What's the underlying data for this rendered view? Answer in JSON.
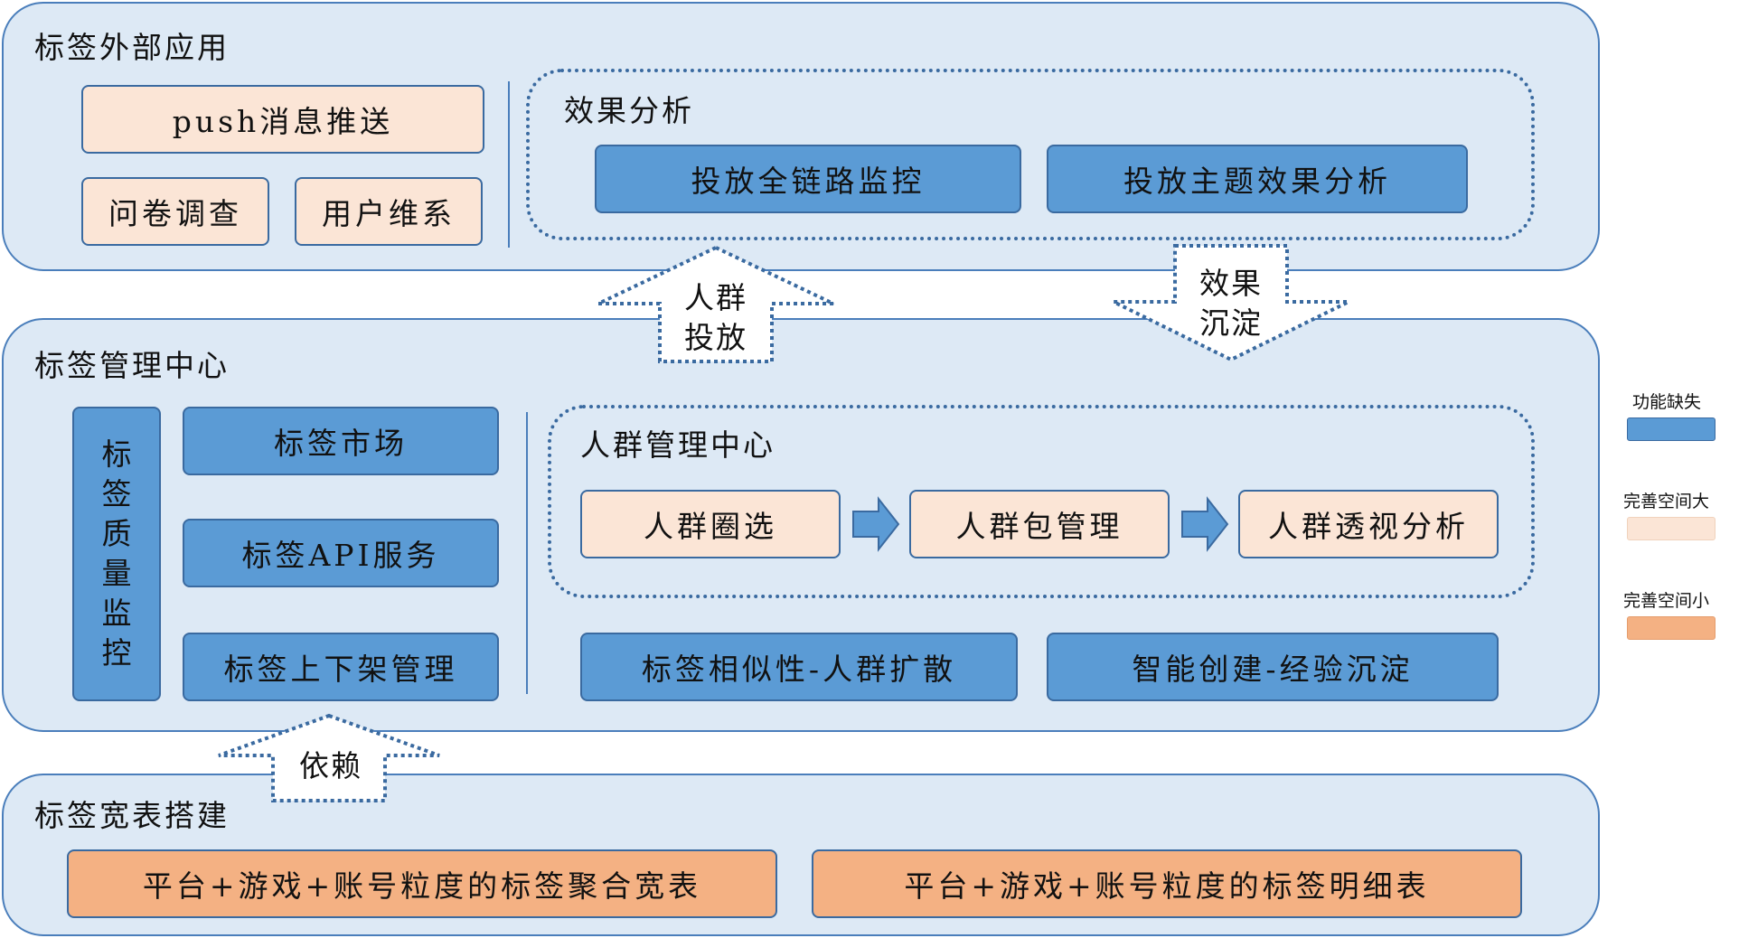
{
  "colors": {
    "panel_fill": "#dde9f5",
    "panel_border": "#4a7ebb",
    "blue": "#5b9bd5",
    "peach": "#fbe5d6",
    "orange": "#f4b183"
  },
  "external": {
    "title": "标签外部应用",
    "push": "push消息推送",
    "survey": "问卷调查",
    "retention": "用户维系",
    "effect": {
      "title": "效果分析",
      "monitor": "投放全链路监控",
      "theme": "投放主题效果分析"
    }
  },
  "arrows": {
    "crowd_delivery": [
      "人群",
      "投放"
    ],
    "effect_settle": [
      "效果",
      "沉淀"
    ],
    "depend": "依赖"
  },
  "mgmt": {
    "title": "标签管理中心",
    "quality": [
      "标",
      "签",
      "质",
      "量",
      "监",
      "控"
    ],
    "market": "标签市场",
    "api": "标签API服务",
    "shelf": "标签上下架管理",
    "crowd": {
      "title": "人群管理中心",
      "select": "人群圈选",
      "package": "人群包管理",
      "insight": "人群透视分析"
    },
    "similarity": "标签相似性-人群扩散",
    "smart": "智能创建-经验沉淀"
  },
  "build": {
    "title": "标签宽表搭建",
    "aggregate": "平台+游戏+账号粒度的标签聚合宽表",
    "detail": "平台+游戏+账号粒度的标签明细表"
  },
  "legend": {
    "missing": "功能缺失",
    "large": "完善空间大",
    "small": "完善空间小"
  }
}
